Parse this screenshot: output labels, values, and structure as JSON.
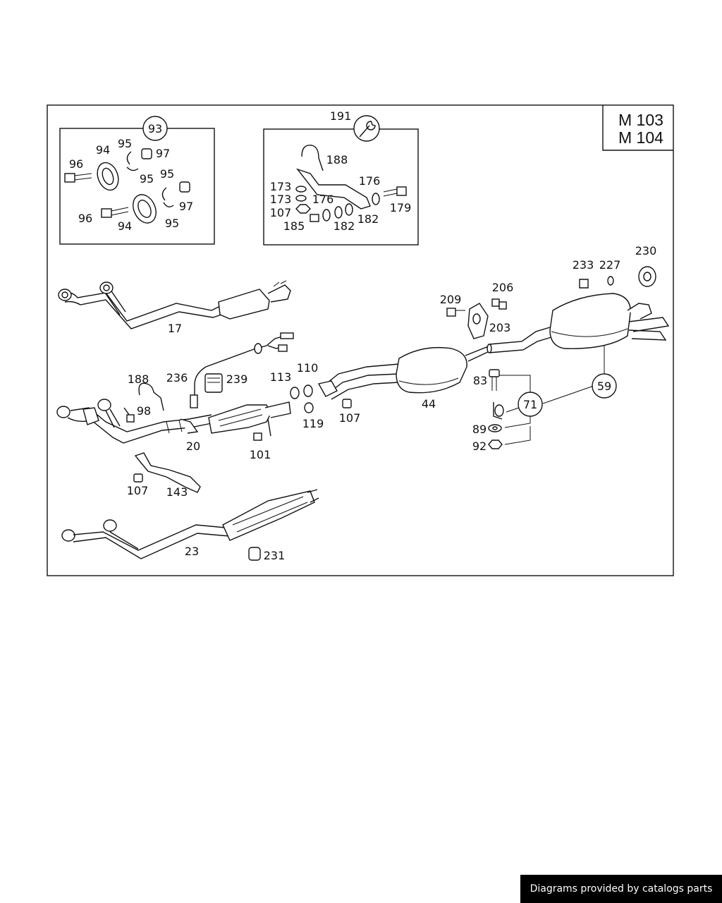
{
  "engine_codes": [
    "M 103",
    "M 104"
  ],
  "kit_93": {
    "number": "93",
    "labels": [
      "94",
      "95",
      "96",
      "97",
      "95",
      "95",
      "96",
      "94",
      "97",
      "95"
    ]
  },
  "kit_191": {
    "number": "191",
    "labels": [
      "188",
      "176",
      "173",
      "173",
      "176",
      "107",
      "179",
      "185",
      "182",
      "182"
    ]
  },
  "part_labels": [
    "17",
    "188",
    "98",
    "236",
    "239",
    "113",
    "110",
    "20",
    "119",
    "107",
    "101",
    "107",
    "143",
    "23",
    "231",
    "209",
    "206",
    "203",
    "44",
    "233",
    "227",
    "230",
    "83",
    "71",
    "59",
    "89",
    "92"
  ],
  "credit": "Diagrams provided by catalogs parts",
  "colors": {
    "line": "#111111",
    "background": "#ffffff",
    "credit_bg": "#000000",
    "credit_fg": "#ffffff"
  }
}
